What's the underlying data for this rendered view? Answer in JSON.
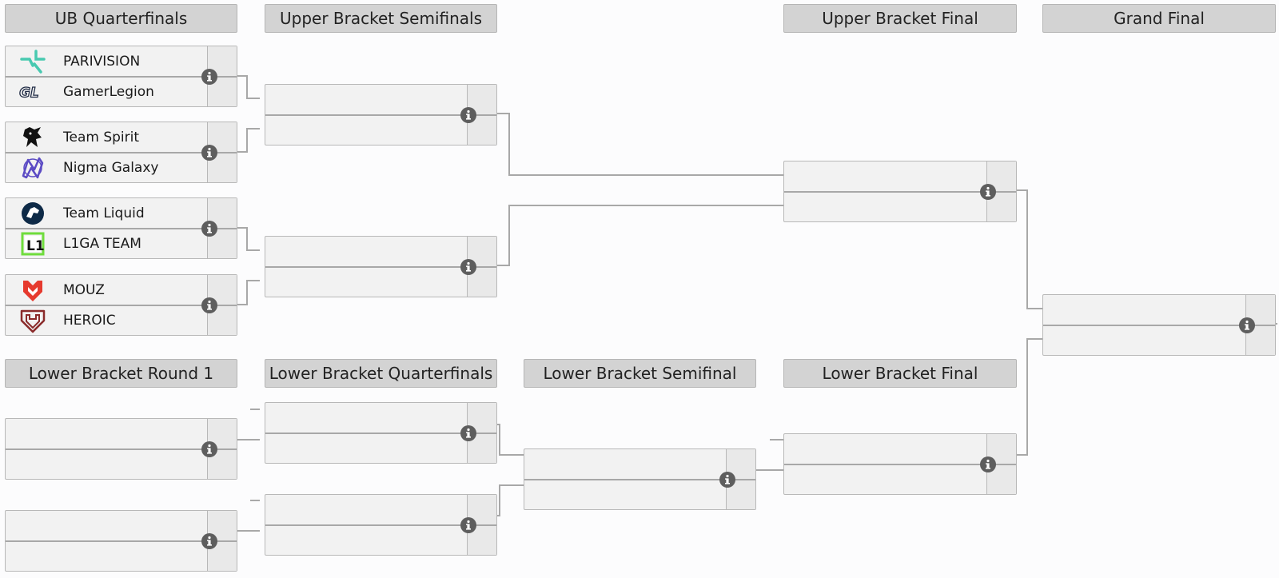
{
  "rounds": {
    "ub_quarterfinals": "UB Quarterfinals",
    "ub_semifinals": "Upper Bracket Semifinals",
    "ub_final": "Upper Bracket Final",
    "grand_final": "Grand Final",
    "lb_round1": "Lower Bracket Round 1",
    "lb_quarterfinals": "Lower Bracket Quarterfinals",
    "lb_semifinal": "Lower Bracket Semifinal",
    "lb_final": "Lower Bracket Final"
  },
  "matches": {
    "ubqf1": {
      "team1": "PARIVISION",
      "team2": "GamerLegion"
    },
    "ubqf2": {
      "team1": "Team Spirit",
      "team2": "Nigma Galaxy"
    },
    "ubqf3": {
      "team1": "Team Liquid",
      "team2": "L1GA TEAM"
    },
    "ubqf4": {
      "team1": "MOUZ",
      "team2": "HEROIC"
    }
  },
  "team_logos": {
    "PARIVISION": "parivision-logo",
    "GamerLegion": "gamerlegion-logo",
    "Team Spirit": "team-spirit-logo",
    "Nigma Galaxy": "nigma-galaxy-logo",
    "Team Liquid": "team-liquid-logo",
    "L1GA TEAM": "l1ga-team-logo",
    "MOUZ": "mouz-logo",
    "HEROIC": "heroic-logo"
  },
  "logo_text": {
    "gamerlegion": "GL",
    "l1ga": "L1"
  },
  "colors": {
    "parivision": "#48c9b0",
    "gamerlegion": "#1f2a44",
    "nigma": "#5b4bc4",
    "liquid": "#0e2a47",
    "l1ga": "#6fdc3c",
    "mouz": "#e63a2e",
    "heroic": "#8a2b2b",
    "connector": "#a8a8a8",
    "info_button": "#5e5e5e"
  }
}
